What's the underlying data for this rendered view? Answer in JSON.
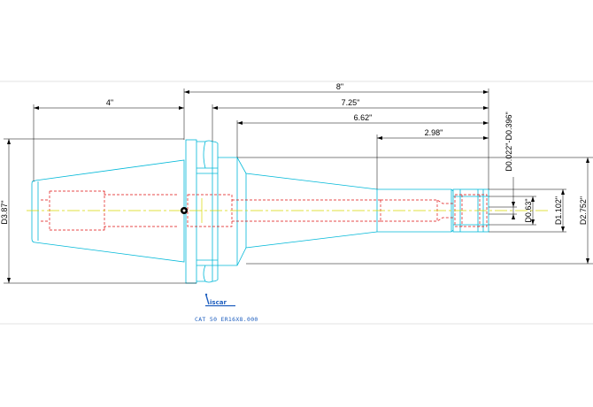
{
  "dimensions": {
    "overall_length": "8\"",
    "flange_to_tip": "7.25\"",
    "body_length": "6.62\"",
    "nose_length": "2.98\"",
    "taper_length": "4\"",
    "flange_dia": "D3.87\"",
    "body_dia": "D2.752\"",
    "nose_dia": "D1.102\"",
    "nut_dia": "D0.63\"",
    "clamp_range": "D0.022\"-D0.396\""
  },
  "logo": {
    "text": "iscar"
  },
  "caption": "CAT 50 ER16X8.000",
  "colors": {
    "outline": "#00b8d8",
    "hidden": "#e01010",
    "centerline": "#d8d800",
    "dimension": "#000000",
    "brand": "#1f5fbf"
  }
}
